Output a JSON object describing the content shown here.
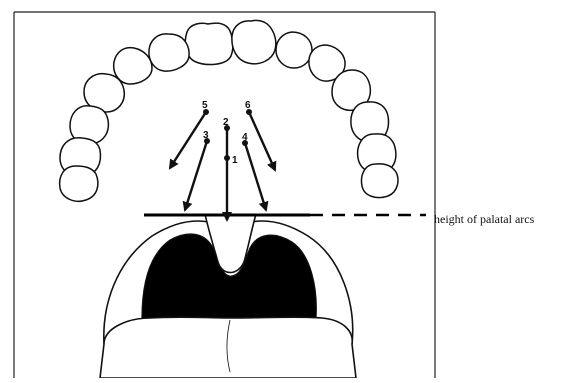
{
  "figure": {
    "point_labels": [
      "1",
      "2",
      "3",
      "4",
      "5",
      "6"
    ],
    "caption": "height of palatal arcs"
  }
}
